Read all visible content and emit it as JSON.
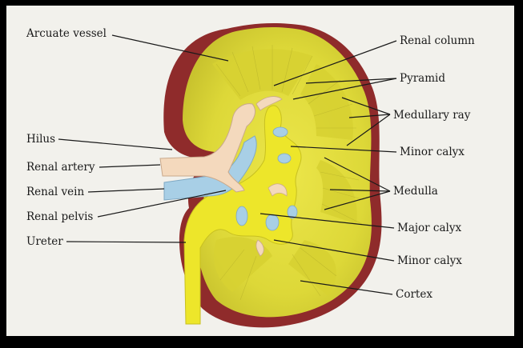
{
  "diagram": {
    "labels": {
      "arcuate_vessel": "Arcuate vessel",
      "hilus": "Hilus",
      "renal_artery": "Renal artery",
      "renal_vein": "Renal vein",
      "renal_pelvis": "Renal pelvis",
      "ureter": "Ureter",
      "renal_column": "Renal column",
      "pyramid": "Pyramid",
      "medullary_ray": "Medullary ray",
      "minor_calyx_upper": "Minor calyx",
      "medulla": "Medulla",
      "major_calyx": "Major calyx",
      "minor_calyx_lower": "Minor calyx",
      "cortex": "Cortex"
    },
    "colors": {
      "capsule": "#8f2b2b",
      "cortex": "#e3df3c",
      "pelvis": "#ede62a",
      "artery": "#f4d9bd",
      "vein": "#a8cfe6",
      "background": "#f2f1ec",
      "border": "#000000"
    }
  }
}
